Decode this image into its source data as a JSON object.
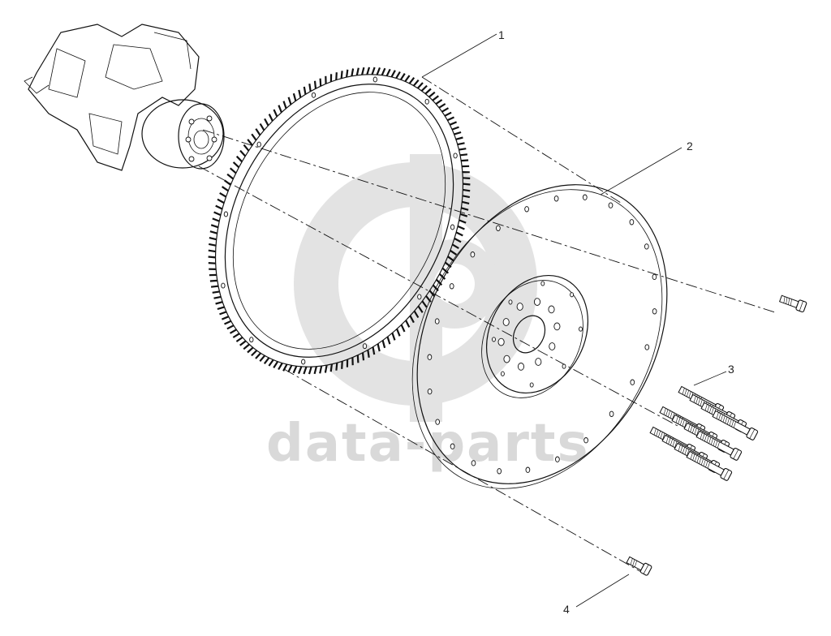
{
  "watermark": {
    "text": "data-parts",
    "color": "#d9d9d9"
  },
  "callouts": [
    {
      "id": "1",
      "label": "1"
    },
    {
      "id": "2",
      "label": "2"
    },
    {
      "id": "3",
      "label": "3"
    },
    {
      "id": "4",
      "label": "4"
    }
  ],
  "colors": {
    "ink": "#111111",
    "background": "#ffffff"
  }
}
